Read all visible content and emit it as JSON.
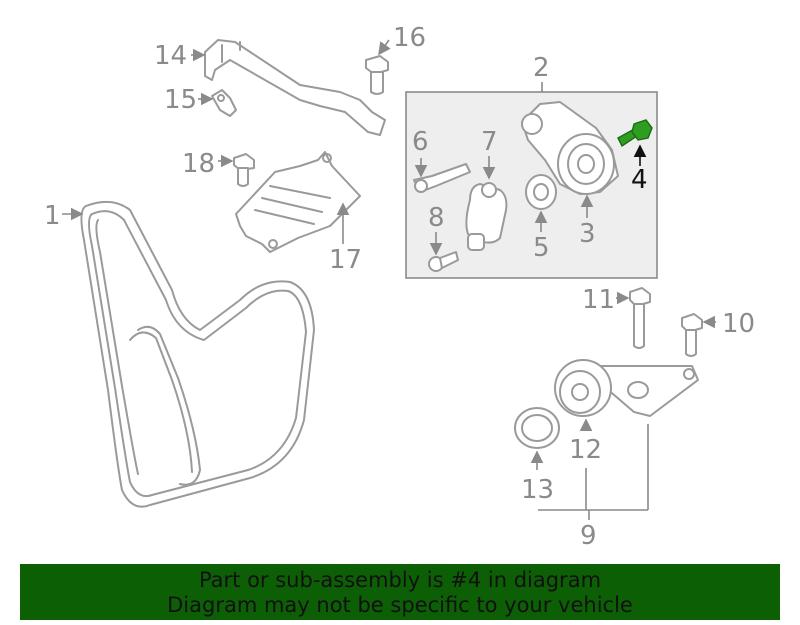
{
  "callouts": {
    "c1": "1",
    "c2": "2",
    "c3": "3",
    "c4": "4",
    "c5": "5",
    "c6": "6",
    "c7": "7",
    "c8": "8",
    "c9": "9",
    "c10": "10",
    "c11": "11",
    "c12": "12",
    "c13": "13",
    "c14": "14",
    "c15": "15",
    "c16": "16",
    "c17": "17",
    "c18": "18"
  },
  "highlight_callout": "4",
  "colors": {
    "highlight_part": "#2e9e20",
    "banner_bg": "#0d5f06",
    "line_gray": "#9a9a9a"
  },
  "banner": {
    "line1": "Part or sub-assembly is #4 in diagram",
    "line2": "Diagram may not be specific to your vehicle"
  }
}
